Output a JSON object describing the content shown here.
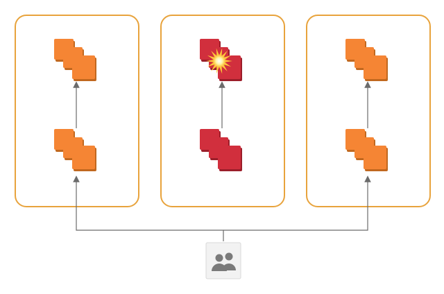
{
  "diagram": {
    "colors": {
      "zone_border": "#e8a33c",
      "healthy_fill": "#f58534",
      "healthy_shade": "#c1681f",
      "failed_fill": "#d12f3d",
      "failed_shade": "#9b1e2a",
      "connector": "#6b6b6b",
      "users_tile": "#f2f2f2",
      "users_icon": "#7a7a7a",
      "failure_burst": "#ffd23a"
    },
    "zones": [
      {
        "tiers": [
          {
            "status": "healthy"
          },
          {
            "status": "healthy"
          }
        ]
      },
      {
        "tiers": [
          {
            "status": "failed",
            "burst": true
          },
          {
            "status": "failed"
          }
        ]
      },
      {
        "tiers": [
          {
            "status": "healthy"
          },
          {
            "status": "healthy"
          }
        ]
      }
    ],
    "users_icon": "users-icon"
  }
}
